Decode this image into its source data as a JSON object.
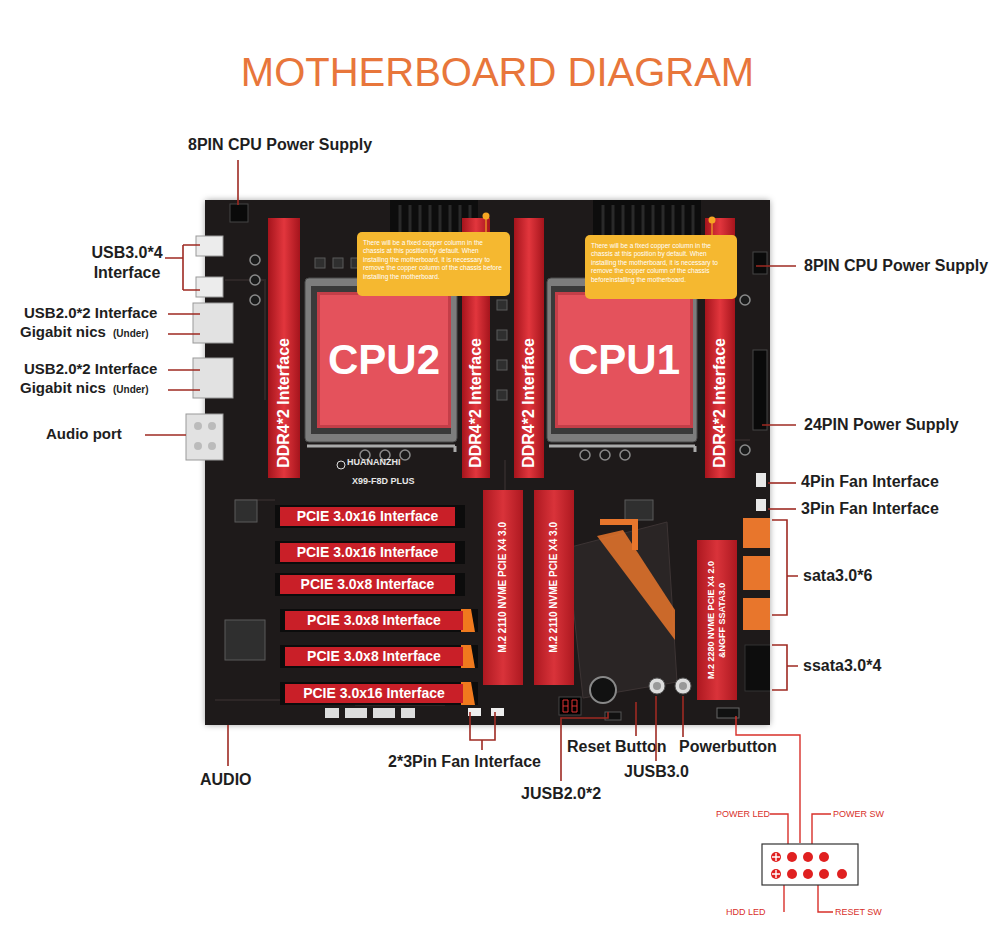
{
  "diagram": {
    "title": "MOTHERBOARD DIAGRAM",
    "nodes": [
      {
        "text": [
          "HUANANZHI",
          "X99-F8D PLUS"
        ]
      },
      {
        "text": [
          "DDR4*2 Interface"
        ],
        "in": 0
      },
      {
        "text": [
          "CPU2"
        ],
        "in": 0
      },
      {
        "text": [
          "There will be a fixed copper column in the chassis at this position by default. When installing the motherboard, it is necessary to remove the copper column of the chassis before installing the motherboard."
        ],
        "in": 0
      },
      {
        "text": [
          "DDR4*2 Interface"
        ],
        "in": 0
      },
      {
        "text": [
          "DDR4*2 Interface"
        ],
        "in": 0
      },
      {
        "text": [
          "CPU1"
        ],
        "in": 0
      },
      {
        "text": [
          "There will be a fixed copper column in the chassis at this position by default. When installing the motherboard, it is necessary to remove the copper column of the chassis beforeinstalling the motherboard."
        ],
        "in": 0
      },
      {
        "text": [
          "DDR4*2 Interface"
        ],
        "in": 0
      },
      {
        "text": [
          "PCIE 3.0x16 Interface"
        ],
        "in": 0
      },
      {
        "text": [
          "PCIE 3.0x16 Interface"
        ],
        "in": 0
      },
      {
        "text": [
          "PCIE 3.0x8 Interface"
        ],
        "in": 0
      },
      {
        "text": [
          "PCIE 3.0x8 Interface"
        ],
        "in": 0
      },
      {
        "text": [
          "PCIE 3.0x8 Interface"
        ],
        "in": 0
      },
      {
        "text": [
          "PCIE 3.0x16 Interface"
        ],
        "in": 0
      },
      {
        "text": [
          "M.2 2110 NVME PCIE X4 3.0"
        ],
        "in": 0
      },
      {
        "text": [
          "M.2 2110 NVME PCIE X4 3.0"
        ],
        "in": 0
      },
      {
        "text": [
          "M.2 2280 NVME PCIE X4 2.0 &NGFF SSATA3.0"
        ],
        "in": 0
      }
    ],
    "labels": [
      "8PIN CPU Power Supply",
      "USB3.0*4 Interface",
      "USB2.0*2 Interface",
      "Gigabit nics",
      "(Under)",
      "USB2.0*2 Interface",
      "Gigabit nics",
      "(Under)",
      "Audio port",
      "8PIN CPU Power Supply",
      "24PIN Power Supply",
      "4Pin Fan Interface",
      "3Pin Fan Interface",
      "sata3.0*6",
      "ssata3.0*4",
      "AUDIO",
      "2*3Pin Fan Interface",
      "JUSB2.0*2",
      "Reset Button",
      "JUSB3.0",
      "Powerbutton",
      "POWER LED",
      "POWER SW",
      "HDD LED",
      "RESET SW"
    ]
  }
}
